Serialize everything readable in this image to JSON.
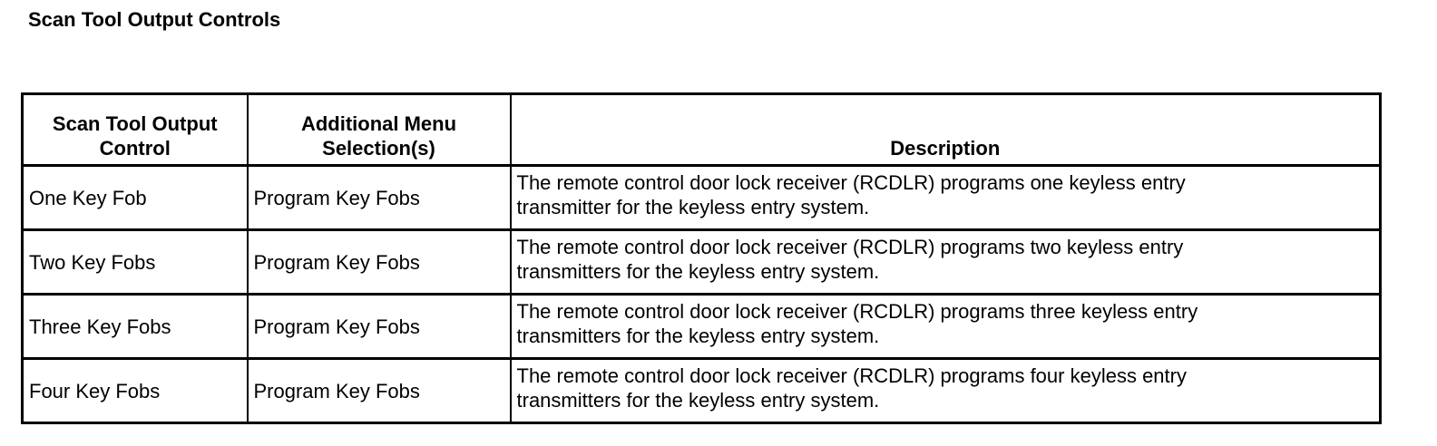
{
  "document": {
    "title": "Scan Tool Output Controls"
  },
  "table": {
    "headers": {
      "control": "Scan Tool Output Control",
      "menu": "Additional Menu Selection(s)",
      "description": "Description"
    },
    "rows": [
      {
        "control": "One Key Fob",
        "menu": "Program Key Fobs",
        "description_line1": "The remote control door lock receiver (RCDLR) programs one keyless entry",
        "description_line2": "transmitter for the keyless entry system."
      },
      {
        "control": "Two Key Fobs",
        "menu": "Program Key Fobs",
        "description_line1": "The remote control door lock receiver (RCDLR) programs two keyless entry",
        "description_line2": "transmitters for the keyless entry system."
      },
      {
        "control": "Three Key Fobs",
        "menu": "Program Key Fobs",
        "description_line1": "The remote control door lock receiver (RCDLR) programs three keyless entry",
        "description_line2": "transmitters for the keyless entry system."
      },
      {
        "control": "Four Key Fobs",
        "menu": "Program Key Fobs",
        "description_line1": "The remote control door lock receiver (RCDLR) programs four keyless entry",
        "description_line2": "transmitters for the keyless entry system."
      }
    ]
  }
}
